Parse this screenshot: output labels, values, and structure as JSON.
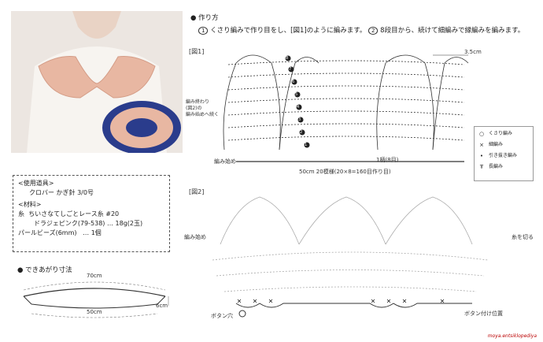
{
  "howto": {
    "title": "作り方",
    "step1": "くさり編みで作り目をし、[図1]のように編みます。",
    "step2": "8段目から、続けて細編みで縁編みを編みます。",
    "step1_num": "1",
    "step2_num": "2"
  },
  "fig1": {
    "label": "[図1]",
    "width_mark": "3.5cm",
    "left_note": "編み終わり\n(図2)の\n編み始めへ続く",
    "start_label": "編み始め",
    "base_label": "50cm 20模様(20×8=160目作り目)",
    "row_label": "1柄(8目)",
    "rows": [
      "1",
      "2",
      "3",
      "4",
      "5",
      "6",
      "7",
      "8"
    ]
  },
  "fig2": {
    "label": "[図2]",
    "start_label": "編み始め",
    "cut_label": "糸を切る",
    "button_hole": "ボタン穴",
    "button_pos": "ボタン付け位置"
  },
  "legend": {
    "items": [
      {
        "sym": "○",
        "text": "くさり編み"
      },
      {
        "sym": "×",
        "text": "細編み"
      },
      {
        "sym": "•",
        "text": "引き抜き編み"
      },
      {
        "sym": "Ŧ",
        "text": "長編み"
      }
    ]
  },
  "tools": {
    "title": "<使用道具>",
    "tool_line": "クロバー かぎ針 3/0号",
    "material_title": "<材料>",
    "yarn_prefix": "糸",
    "yarn_name": "ちいさなてしごとレース糸 #20",
    "yarn_color": "ドラジェピンク(79-538)",
    "yarn_amount": "… 18g(2玉)",
    "bead": "パールビーズ(6mm)",
    "bead_amount": "… 1個"
  },
  "finish": {
    "title": "できあがり寸法",
    "outer": "70cm",
    "inner": "50cm",
    "depth": "6cm"
  },
  "source": "moya.entsiklopediya"
}
